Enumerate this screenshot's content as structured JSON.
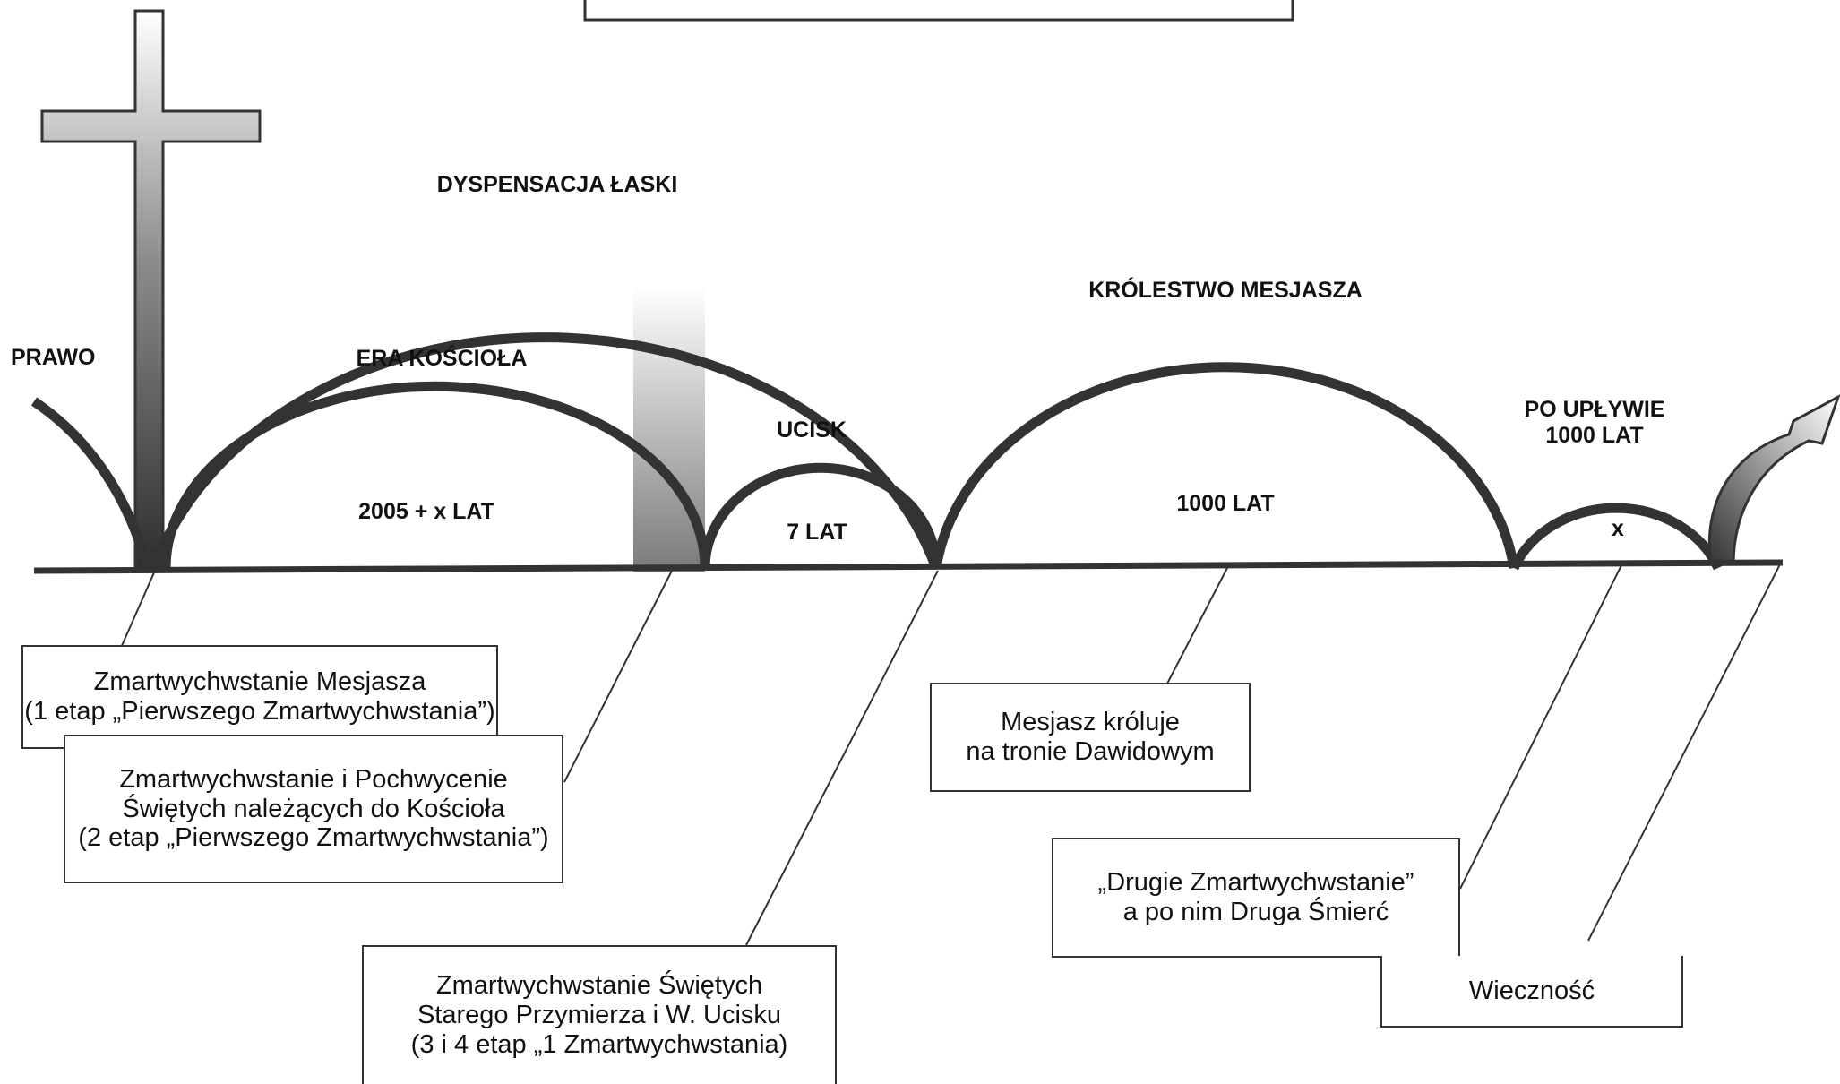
{
  "labels": {
    "law": "PRAWO",
    "grace": "DYSPENSACJA ŁASKI",
    "church_era": "ERA KOŚCIOŁA",
    "church_years": "2005 + x LAT",
    "tribulation": "UCISK",
    "tribulation_years": "7 LAT",
    "kingdom": "KRÓLESTWO MESJASZA",
    "kingdom_years": "1000 LAT",
    "after_line1": "PO UPŁYWIE",
    "after_line2": "1000 LAT",
    "after_years": "x"
  },
  "boxes": {
    "messiah_resurrection": {
      "line1": "Zmartwychwstanie Mesjasza",
      "line2": "(1 etap „Pierwszego Zmartwychwstania”)"
    },
    "church_rapture": {
      "line1": "Zmartwychwstanie i Pochwycenie",
      "line2": "Świętych należących do Kościoła",
      "line3": "(2 etap „Pierwszego Zmartwychwstania”)"
    },
    "ot_saints": {
      "line1": "Zmartwychwstanie Świętych",
      "line2": "Starego Przymierza i W. Ucisku",
      "line3": "(3 i 4 etap „1 Zmartwychwstania)"
    },
    "messiah_reigns": {
      "line1": "Mesjasz króluje",
      "line2": "na tronie Dawidowym"
    },
    "second_resurrection": {
      "line1": "„Drugie Zmartwychwstanie”",
      "line2": "a po nim Druga Śmierć"
    },
    "eternity": {
      "line1": "Wieczność"
    }
  },
  "colors": {
    "ink": "#333333",
    "text": "#111111",
    "background": "#ffffff"
  },
  "icons": {
    "cross": "cross-icon",
    "arrow": "arrow-icon"
  }
}
